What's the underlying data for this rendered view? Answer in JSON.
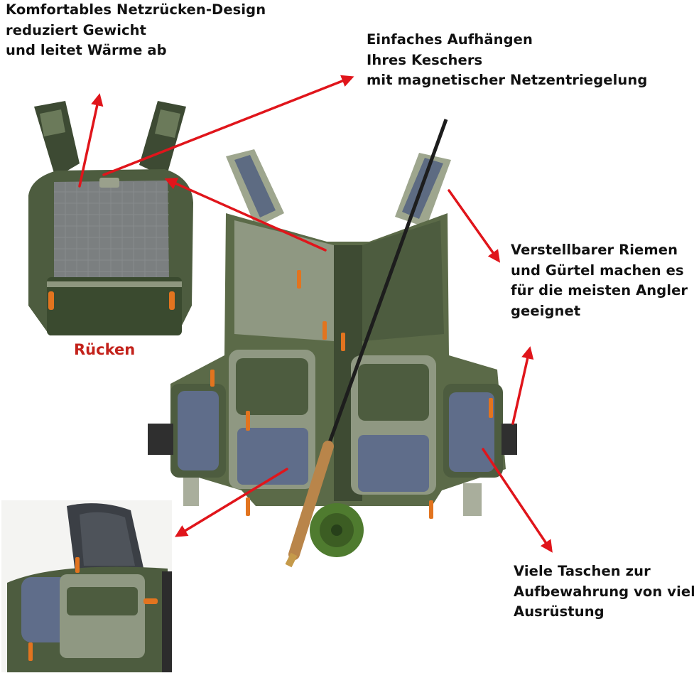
{
  "captions": {
    "back_design": [
      "Komfortables Netzrücken-Design",
      "reduziert Gewicht",
      "und leitet Wärme ab"
    ],
    "net_hanging": [
      "Einfaches Aufhängen",
      "Ihres Keschers",
      "mit magnetischer Netzentriegelung"
    ],
    "straps": [
      "Verstellbarer Riemen",
      "und Gürtel machen es",
      "für die meisten Angler",
      "geeignet"
    ],
    "pockets": [
      "Viele Taschen zur",
      "Aufbewahrung von viel",
      "Ausrüstung"
    ]
  },
  "back_label": "Rücken",
  "colors": {
    "arrow": "#e0151b",
    "vest_green": "#4d5c3f",
    "vest_light": "#9ea68e",
    "mesh": "#6f7a89",
    "accent_orange": "#e2741f",
    "label_red": "#c3221b"
  }
}
